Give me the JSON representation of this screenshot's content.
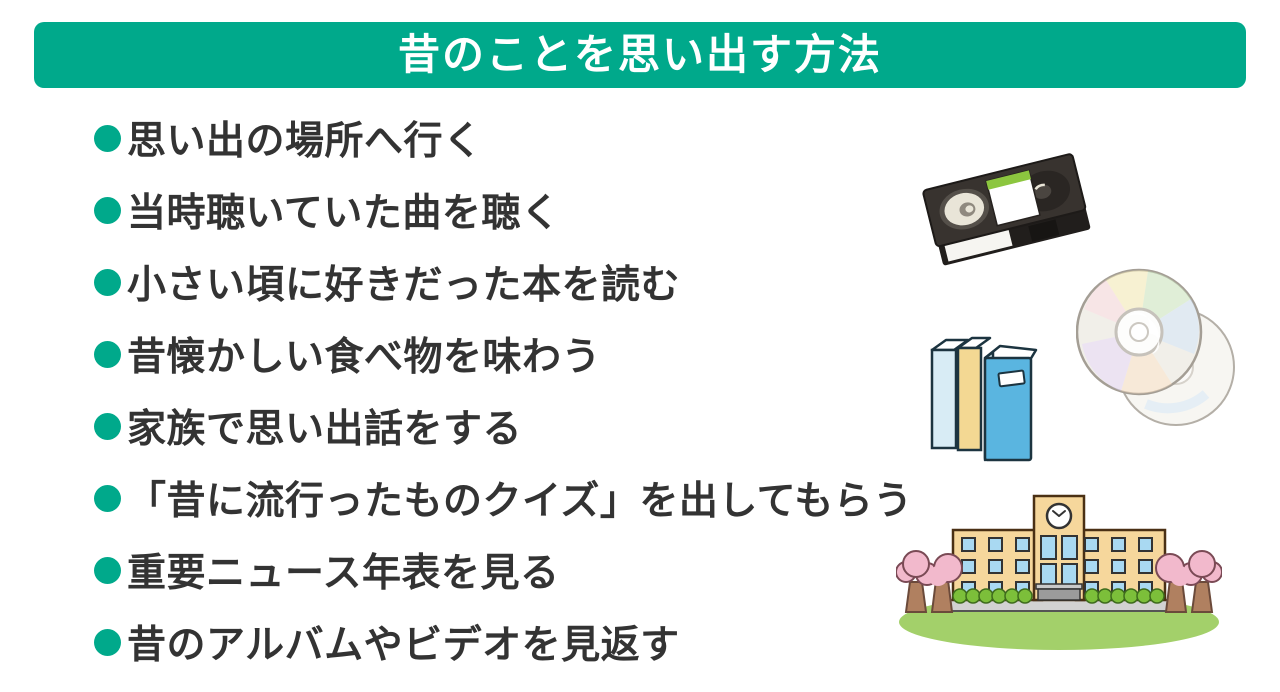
{
  "colors": {
    "accent": "#00a98b",
    "text": "#333333",
    "title_text": "#ffffff",
    "vhs_body": "#38332f",
    "vhs_stripe": "#8cc63f",
    "book_blue": "#5ab5e0",
    "book_tan": "#f3d893",
    "book_pale_blue": "#d8ecf5",
    "school_wall": "#f6d79c",
    "school_window": "#a9d9f2",
    "tree_pink": "#f2b9cc",
    "grass_green": "#a3d06a"
  },
  "header": {
    "title": "昔のことを思い出す方法"
  },
  "list": {
    "items": [
      "思い出の場所へ行く",
      "当時聴いていた曲を聴く",
      "小さい頃に好きだった本を読む",
      "昔懐かしい食べ物を味わう",
      "家族で思い出話をする",
      "「昔に流行ったものクイズ」を出してもらう",
      "重要ニュース年表を見る",
      "昔のアルバムやビデオを見返す"
    ]
  },
  "illustrations": {
    "vhs": "vhs-tape",
    "cd": "compact-discs",
    "books": "books",
    "school": "school-building"
  }
}
